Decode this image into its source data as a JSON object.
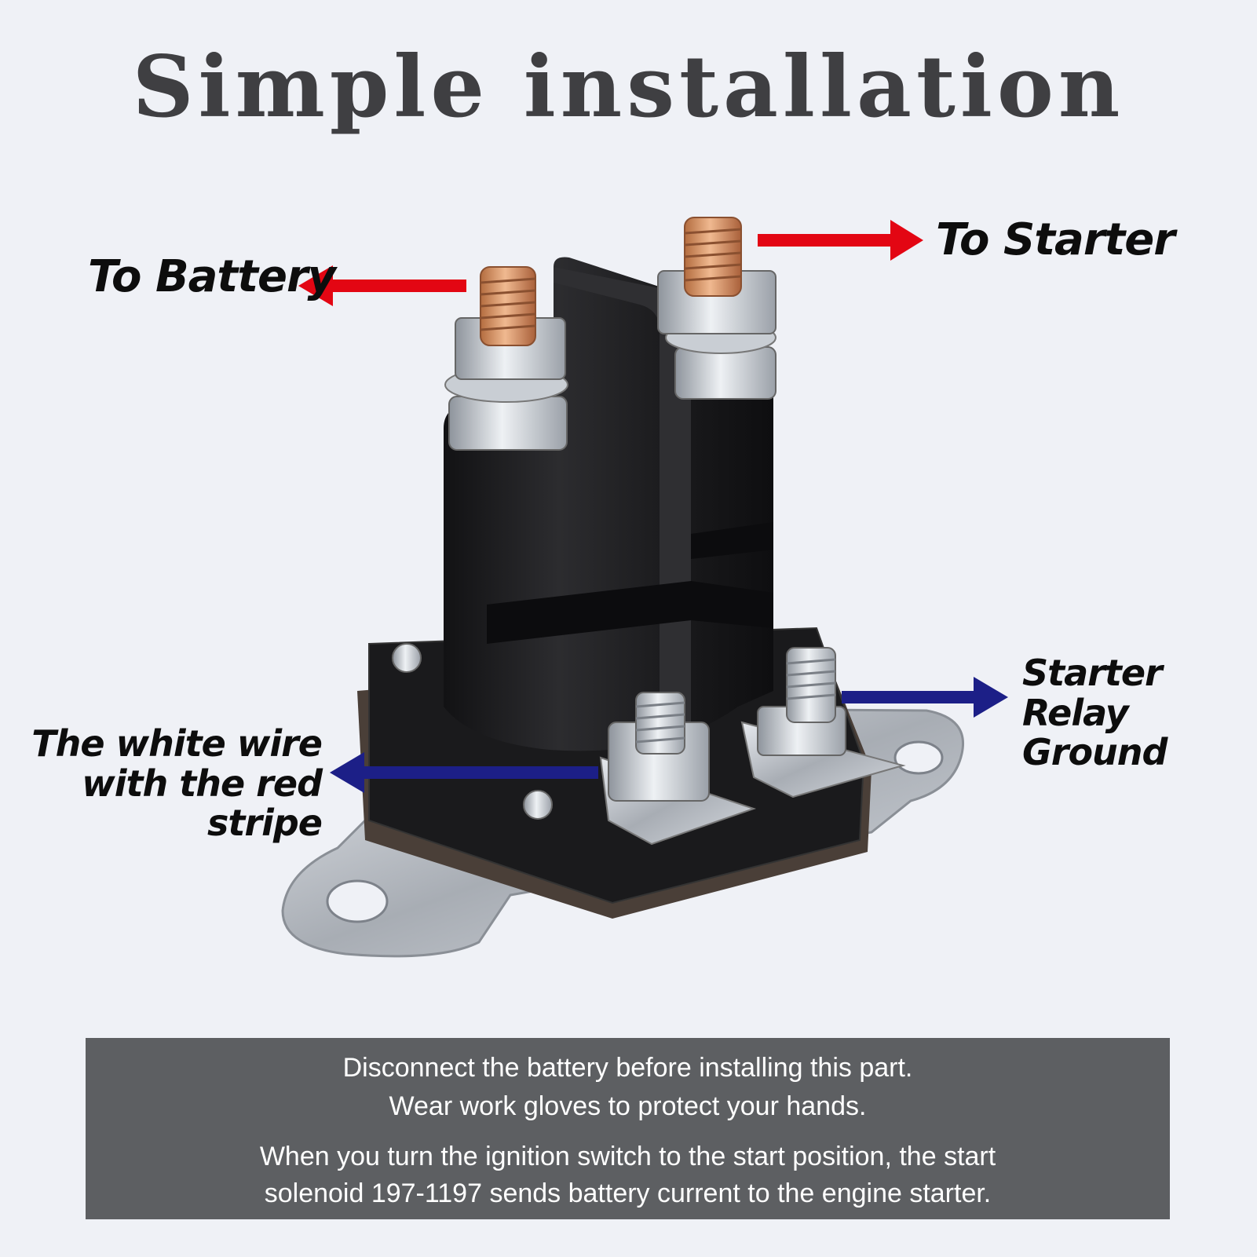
{
  "title": "Simple installation",
  "labels": {
    "battery": "To Battery",
    "starter": "To Starter",
    "relay_line1": "Starter Relay",
    "relay_line2": "Ground",
    "white_line1": "The white wire",
    "white_line2": "with the red stripe"
  },
  "notice": {
    "line1": "Disconnect the battery before installing this part.",
    "line2": "Wear work gloves to protect your hands.",
    "line3": "When you turn the ignition switch to the start position, the start",
    "line4": "solenoid 197-1197 sends battery current to the engine starter."
  },
  "colors": {
    "red_arrow": "#e30613",
    "blue_arrow": "#1c1f87",
    "body": "#1f1f21",
    "copper": "#d99a6a",
    "steel": "#c8ccd2",
    "notice_bg": "#5d5f62"
  }
}
